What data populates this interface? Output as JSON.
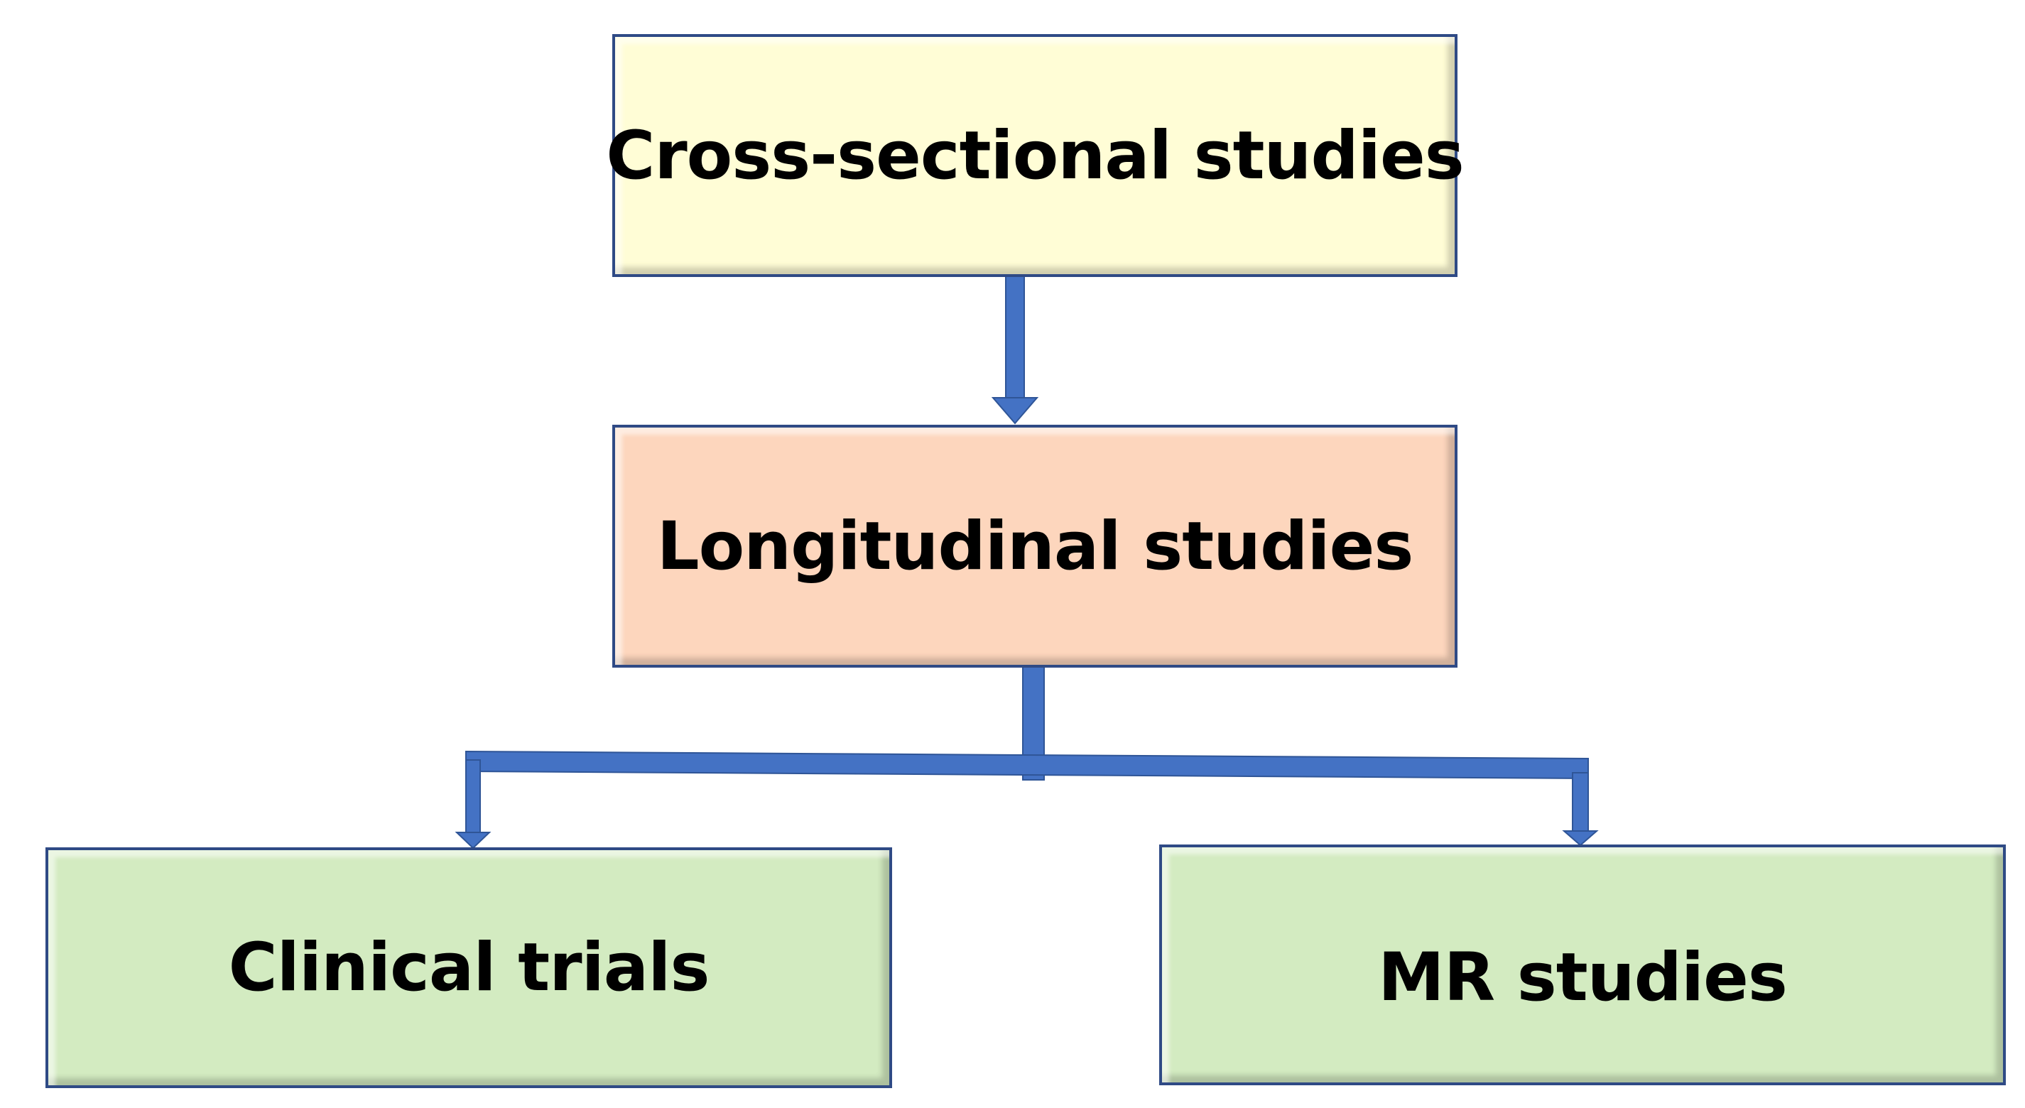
{
  "diagram": {
    "nodes": {
      "cross_sectional": {
        "label": "Cross-sectional studies",
        "color": "#fffdd6"
      },
      "longitudinal": {
        "label": "Longitudinal studies",
        "color": "#fdd6bd"
      },
      "clinical_trials": {
        "label": "Clinical trials",
        "color": "#d3ebc1"
      },
      "mr_studies": {
        "label": "MR studies",
        "color": "#d3ebc1"
      }
    },
    "edges": [
      {
        "from": "Cross-sectional studies",
        "to": "Longitudinal studies"
      },
      {
        "from": "Longitudinal studies",
        "to": "Clinical trials"
      },
      {
        "from": "Longitudinal studies",
        "to": "MR studies"
      }
    ],
    "colors": {
      "connector": "#4472c4",
      "box_border": "#2f4a85"
    }
  }
}
